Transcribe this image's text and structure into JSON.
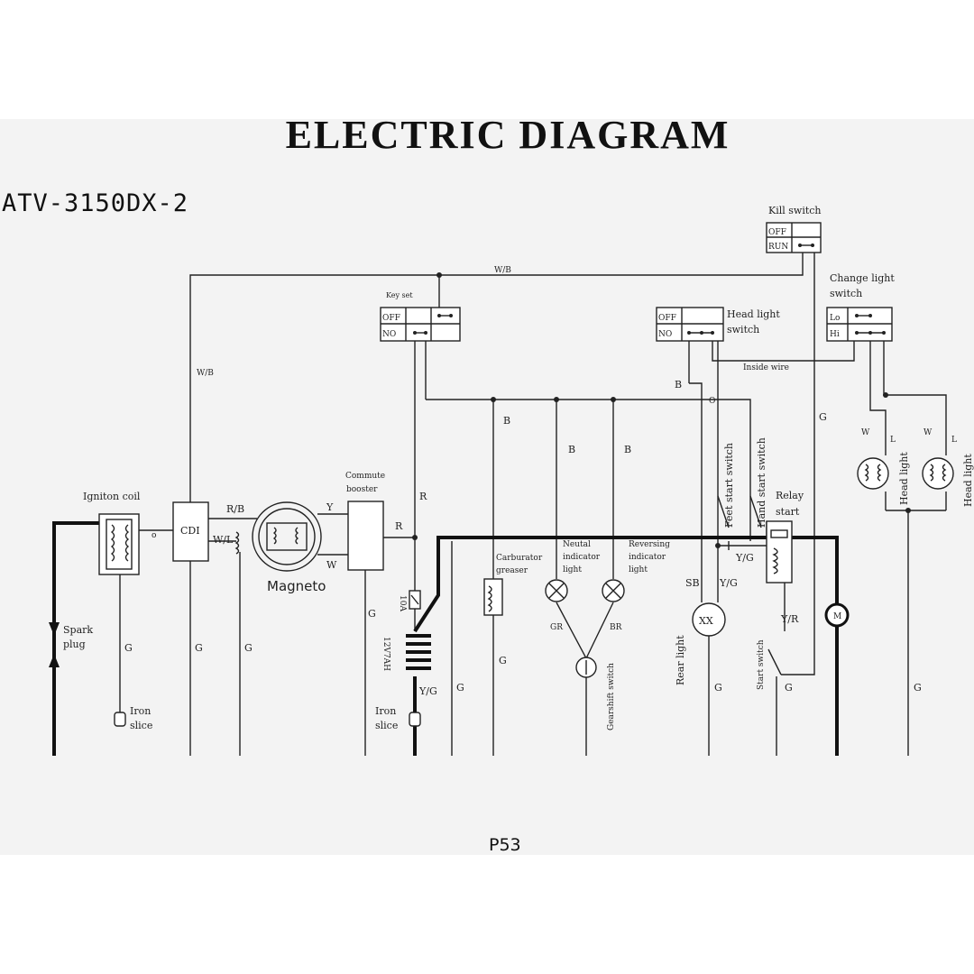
{
  "title": "ELECTRIC DIAGRAM",
  "model": "ATV-3150DX-2",
  "page_label": "P53",
  "components": {
    "kill_switch": {
      "name": "Kill switch",
      "off": "OFF",
      "run": "RUN"
    },
    "key_set": {
      "name": "Key set",
      "off": "OFF",
      "on": "NO"
    },
    "head_light_switch": {
      "name_line1": "Head light",
      "name_line2": "switch",
      "off": "OFF",
      "on": "NO"
    },
    "change_light_switch": {
      "name_line1": "Change light",
      "name_line2": "switch",
      "lo": "Lo",
      "hi": "Hi"
    },
    "inside_wire": "Inside wire",
    "ignition_coil": "Igniton coil",
    "cdi": "CDI",
    "magneto": "Magneto",
    "commute_booster": {
      "line1": "Commute",
      "line2": "booster"
    },
    "spark_plug": {
      "line1": "Spark",
      "line2": "plug"
    },
    "iron_slice_1": {
      "line1": "Iron",
      "line2": "slice"
    },
    "iron_slice_2": {
      "line1": "Iron",
      "line2": "slice"
    },
    "fuse": "10A",
    "battery": "12V7AH",
    "carburator_greaser": {
      "line1": "Carburator",
      "line2": "greaser"
    },
    "neutral_indicator": {
      "line1": "Neutal",
      "line2": "indicator",
      "line3": "light"
    },
    "reversing_indicator": {
      "line1": "Reversing",
      "line2": "indicator",
      "line3": "light"
    },
    "gearshift_switch": "Gearshift switch",
    "rear_light": "Rear light",
    "feet_start_switch": "Feet start switch",
    "hand_start_switch": "Hand start switch",
    "relay_start": {
      "line1": "Relay",
      "line2": "start"
    },
    "start_switch": "Start switch",
    "motor_symbol": "M",
    "rear_light_symbol": "XX",
    "head_light_1": "Head light",
    "head_light_2": "Head light"
  },
  "wire_labels": {
    "wb_top": "W/B",
    "wb_left": "W/B",
    "rb": "R/B",
    "wl": "W/L",
    "y": "Y",
    "w_mag": "W",
    "r_booster": "R",
    "r_fuse": "R",
    "b_carb": "B",
    "b_neutral": "B",
    "b_reverse": "B",
    "b_head": "B",
    "o_head": "O",
    "g_right": "G",
    "g_coil": "G",
    "g_cdi": "G",
    "g_wl": "G",
    "g_booster": "G",
    "g_batt": "G",
    "g_carb": "G",
    "g_rear": "G",
    "g_start": "G",
    "g_far": "G",
    "yg_batt": "Y/G",
    "yg_relay": "Y/G",
    "yg_rear": "Y/G",
    "yr": "Y/R",
    "sb": "SB",
    "gr": "GR",
    "br": "BR",
    "w_hl1": "W",
    "l_hl1": "L",
    "w_hl2": "W",
    "l_hl2": "L",
    "o_coil": "o"
  }
}
